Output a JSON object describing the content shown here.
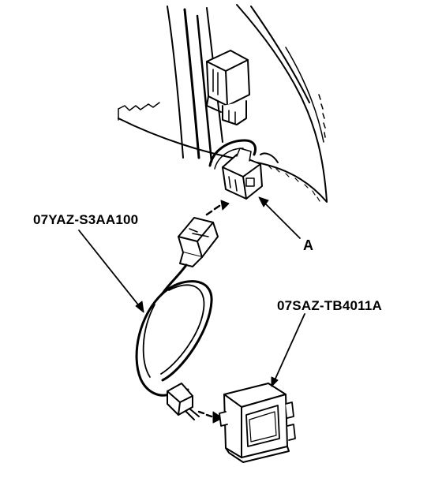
{
  "labels": {
    "part_a": "A",
    "adapter_part_number": "07YAZ-S3AA100",
    "tester_part_number": "07SAZ-TB4011A"
  },
  "colors": {
    "line": "#000000",
    "background": "#ffffff"
  }
}
